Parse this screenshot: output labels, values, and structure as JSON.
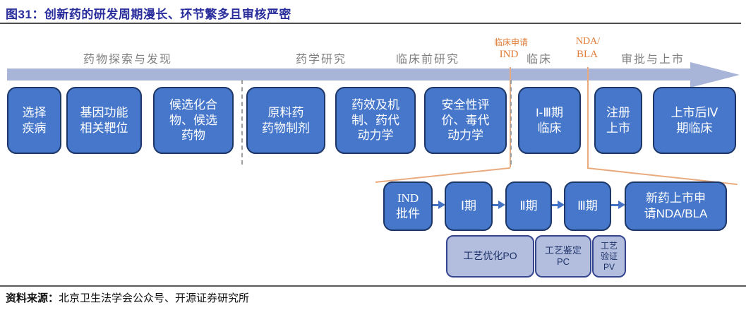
{
  "title": "图31：创新药的研发周期漫长、环节繁多且审核严密",
  "timeline": {
    "stages": [
      {
        "text": "药物探索与发现"
      },
      {
        "text": "药学研究"
      },
      {
        "text": "临床前研究"
      },
      {
        "text": "临床"
      },
      {
        "text": "审批与上市"
      }
    ],
    "ind_label": {
      "top": "临床申请",
      "bottom": "IND"
    },
    "nda_label": {
      "top": "NDA/",
      "bottom": "BLA"
    }
  },
  "main_boxes": [
    {
      "lines": [
        "选择",
        "疾病"
      ]
    },
    {
      "lines": [
        "基因功能",
        "相关靶位"
      ]
    },
    {
      "lines": [
        "候选化合",
        "物、候选",
        "药物"
      ]
    },
    {
      "lines": [
        "原料药",
        "药物制剂"
      ]
    },
    {
      "lines": [
        "药效及机",
        "制、药代",
        "动力学"
      ]
    },
    {
      "lines": [
        "安全性评",
        "价、毒代",
        "动力学"
      ]
    },
    {
      "lines": [
        "I-Ⅲ期",
        "临床"
      ]
    },
    {
      "lines": [
        "注册",
        "上市"
      ]
    },
    {
      "lines": [
        "上市后Ⅳ",
        "期临床"
      ]
    }
  ],
  "clinical_flow": [
    {
      "lines": [
        "IND",
        "批件"
      ]
    },
    {
      "lines": [
        "Ⅰ期"
      ]
    },
    {
      "lines": [
        "Ⅱ期"
      ]
    },
    {
      "lines": [
        "Ⅲ期"
      ]
    },
    {
      "lines": [
        "新药上市申",
        "请NDA/BLA"
      ]
    }
  ],
  "process_boxes": [
    {
      "lines": [
        "工艺优化PO"
      ]
    },
    {
      "lines": [
        "工艺鉴定",
        "PC"
      ]
    },
    {
      "lines": [
        "工艺",
        "验证",
        "PV"
      ]
    }
  ],
  "source": {
    "prefix": "资料来源：",
    "text": "北京卫生法学会公众号、开源证券研究所"
  },
  "colors": {
    "title": "#2a2d9c",
    "stage_label": "#7f7f7f",
    "milestone_label": "#e07b35",
    "timeline_arrow": "#a9b5d8",
    "box_fill": "#4677ca",
    "box_border": "#1c3668",
    "light_box_fill": "#b3bede",
    "light_box_border": "#35458e",
    "light_box_text": "#1d3268",
    "fan_line": "#e9ab7e"
  }
}
